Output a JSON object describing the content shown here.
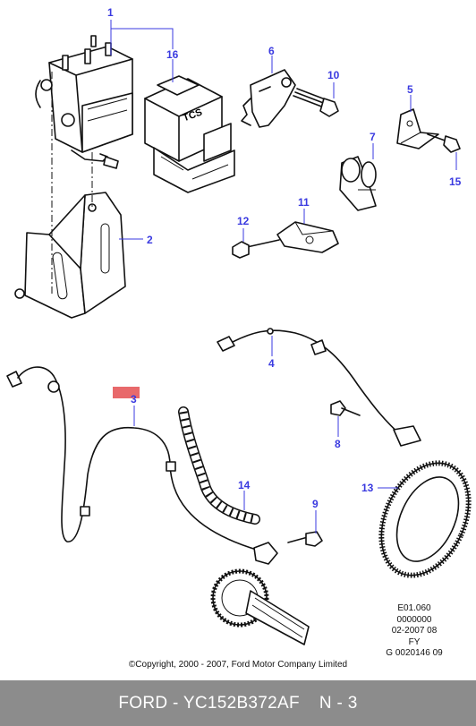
{
  "callouts": [
    {
      "label": "1"
    },
    {
      "label": "16"
    },
    {
      "label": "6"
    },
    {
      "label": "10"
    },
    {
      "label": "5"
    },
    {
      "label": "7"
    },
    {
      "label": "15"
    },
    {
      "label": "2"
    },
    {
      "label": "11"
    },
    {
      "label": "12"
    },
    {
      "label": "4"
    },
    {
      "label": "3"
    },
    {
      "label": "8"
    },
    {
      "label": "14"
    },
    {
      "label": "13"
    },
    {
      "label": "9"
    }
  ],
  "module_text": "TCS",
  "reference": [
    "E01.060",
    "0000000",
    "02-2007 08",
    "FY",
    "G 0020146 09"
  ],
  "copyright": "©Copyright, 2000 - 2007, Ford Motor Company Limited",
  "footer": {
    "part_number": "FORD - YC152B372AF",
    "page": "N - 3"
  },
  "colors": {
    "callout": "#3a3ae0",
    "highlight": "#e8696b",
    "footer_bg": "#8c8c8c"
  }
}
